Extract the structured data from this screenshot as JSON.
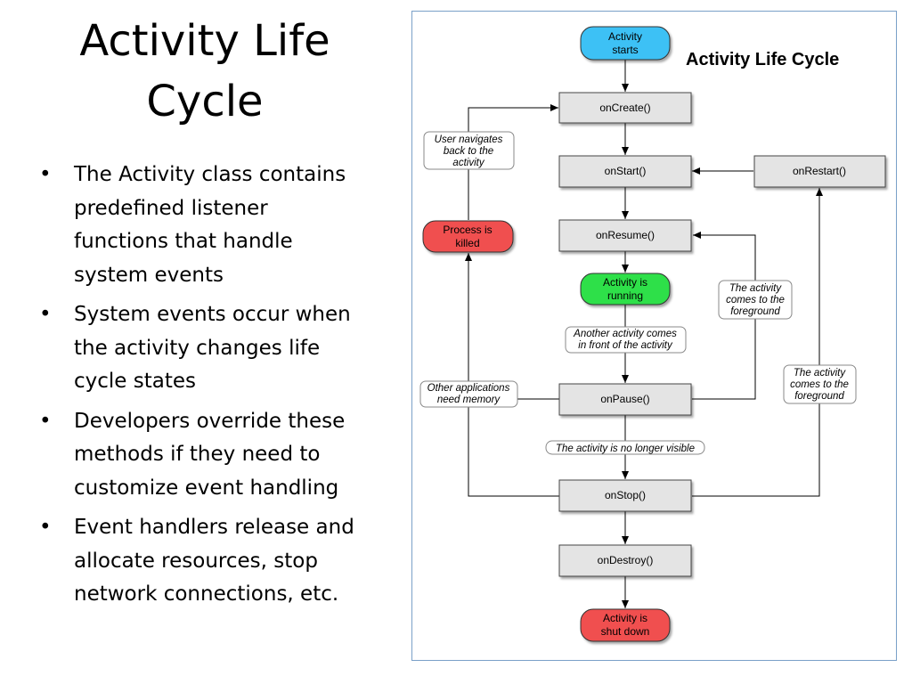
{
  "slide": {
    "title_line1": "Activity Life",
    "title_line2": "Cycle",
    "bullet_char": "•",
    "bullets": [
      [
        "The Activity class contains",
        "predefined listener",
        "functions  that handle",
        "system events"
      ],
      [
        "System events occur when",
        "the activity changes life",
        "cycle states"
      ],
      [
        "Developers override these",
        "methods if they need to",
        "customize event handling"
      ],
      [
        "Event handlers release and",
        "allocate resources, stop",
        "network connections, etc."
      ]
    ]
  },
  "diagram": {
    "title": "Activity Life Cycle",
    "colors": {
      "start": "#3cc1f5",
      "running": "#2ee04a",
      "killed": "#f0504f",
      "method": "#e4e4e4",
      "frame": "#7aa0c8"
    },
    "nodes": {
      "activity_starts": [
        "Activity",
        "starts"
      ],
      "on_create": [
        "onCreate()"
      ],
      "on_start": [
        "onStart()"
      ],
      "on_restart": [
        "onRestart()"
      ],
      "on_resume": [
        "onResume()"
      ],
      "activity_running": [
        "Activity is",
        "running"
      ],
      "on_pause": [
        "onPause()"
      ],
      "on_stop": [
        "onStop()"
      ],
      "on_destroy": [
        "onDestroy()"
      ],
      "activity_shut_down": [
        "Activity is",
        "shut down"
      ],
      "process_killed": [
        "Process is",
        "killed"
      ]
    },
    "notes": {
      "user_navigates_back": [
        "User navigates",
        "back to the",
        "activity"
      ],
      "another_activity_front": [
        "Another activity comes",
        "in front of the activity"
      ],
      "other_apps_need_memory": [
        "Other applications",
        "need memory"
      ],
      "no_longer_visible": [
        "The activity is no longer visible"
      ],
      "comes_to_foreground_resume": [
        "The activity",
        "comes to the",
        "foreground"
      ],
      "comes_to_foreground_restart": [
        "The activity",
        "comes to the",
        "foreground"
      ]
    }
  }
}
